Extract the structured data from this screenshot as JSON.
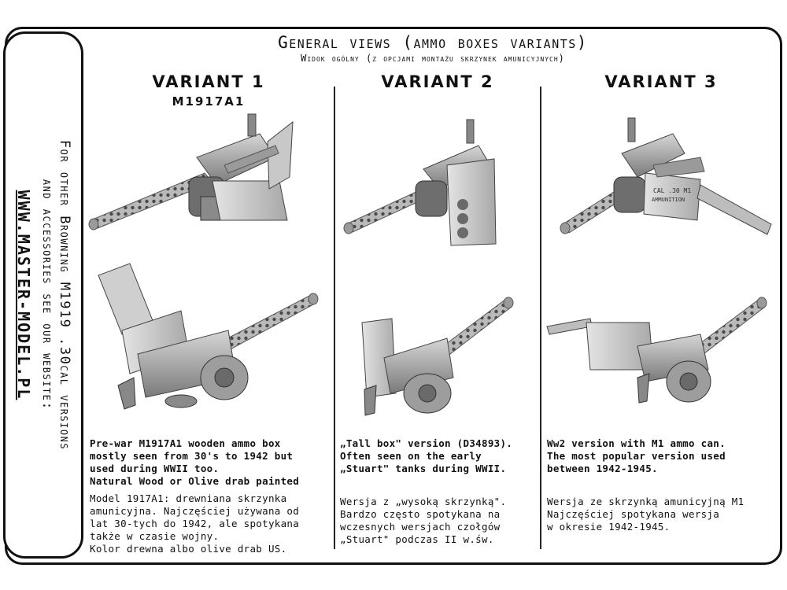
{
  "sidebar": {
    "line1": "For other Browning M1919 .30cal versions",
    "line2": "and accessories see our website:",
    "url": "WWW.MASTER-MODEL.PL"
  },
  "header": {
    "title": "General views (ammo boxes variants)",
    "subtitle": "Widok ogólny (z opcjami montażu skrzynek amunicyjnych)"
  },
  "variants": [
    {
      "heading": "VARIANT 1",
      "subheading": "M1917A1",
      "en": "Pre-war M1917A1 wooden ammo box\nmostly seen from 30's to 1942 but\nused during WWII too.\nNatural Wood or Olive drab painted",
      "pl": "Model 1917A1: drewniana skrzynka\namunicyjna. Najczęściej używana od\nlat 30-tych do 1942, ale spotykana\ntakże w czasie wojny.\nKolor drewna albo olive drab US."
    },
    {
      "heading": "VARIANT 2",
      "subheading": "",
      "en": "„Tall box\" version (D34893).\nOften seen on the early\n„Stuart\" tanks during WWII.",
      "pl": "Wersja z „wysoką skrzynką\".\nBardzo często spotykana na\nwczesnych wersjach czołgów\n„Stuart\" podczas II w.św."
    },
    {
      "heading": "VARIANT 3",
      "subheading": "",
      "en": "Ww2 version with M1 ammo can.\nThe most popular version used\nbetween 1942-1945.",
      "pl": "Wersja ze skrzynką amunicyjną M1\nNajczęściej spotykana wersja\nw okresie 1942-1945."
    }
  ],
  "ammo_can_marking": {
    "line1": "CAL .30 M1",
    "line2": "AMMUNITION"
  }
}
